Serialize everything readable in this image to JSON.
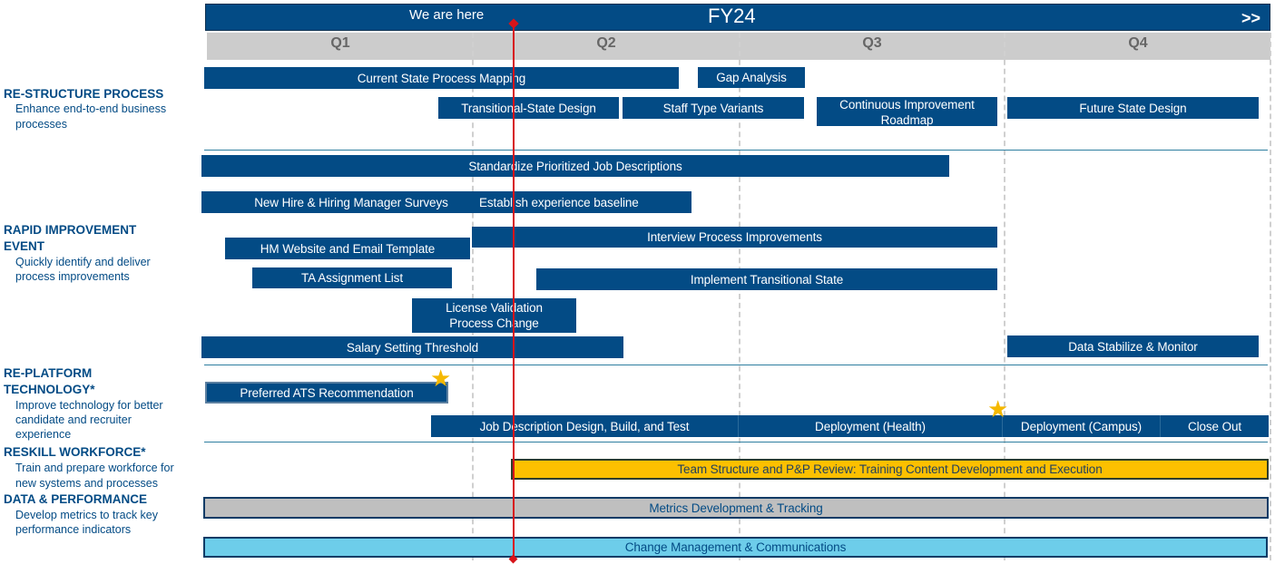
{
  "header": {
    "fy": "FY24",
    "marker": "We are here",
    "next": ">>"
  },
  "quarters": [
    "Q1",
    "Q2",
    "Q3",
    "Q4"
  ],
  "workstreams": [
    {
      "title": "RE-STRUCTURE PROCESS",
      "desc": [
        "Enhance end-to-end business",
        "processes"
      ]
    },
    {
      "title": [
        "RAPID IMPROVEMENT",
        "EVENT"
      ],
      "desc": [
        "Quickly identify and deliver",
        "process improvements"
      ]
    },
    {
      "title": [
        "RE-PLATFORM",
        "TECHNOLOGY*"
      ],
      "desc": [
        "Improve technology for better",
        "candidate and recruiter",
        "experience"
      ]
    },
    {
      "title": "RESKILL WORKFORCE*",
      "desc": [
        "Train and prepare workforce for",
        "new systems and processes"
      ]
    },
    {
      "title": "DATA & PERFORMANCE",
      "desc": [
        "Develop metrics to track key",
        "performance indicators"
      ]
    }
  ],
  "bars": [
    "Current State Process Mapping",
    "Gap Analysis",
    "Transitional-State Design",
    "Staff Type Variants",
    "Continuous Improvement Roadmap",
    "Future State Design",
    "Standardize Prioritized Job Descriptions",
    "New Hire & Hiring Manager Surveys",
    "Establish experience baseline",
    "HM Website and Email Template",
    "Interview Process Improvements",
    "TA Assignment List",
    "Implement Transitional State",
    "License Validation Process Change",
    "Salary Setting Threshold",
    "Data Stabilize & Monitor",
    "Preferred ATS Recommendation",
    "Job Description Design, Build, and Test",
    "Deployment (Health)",
    "Deployment (Campus)",
    "Close Out",
    "Team Structure and P&P Review: Training Content Development and Execution",
    "Metrics Development & Tracking",
    "Change Management & Communications"
  ],
  "colors": {
    "navy": "#034b85",
    "yellow": "#fcc000",
    "gray": "#bfbfbf",
    "lightblue": "#6dcdea",
    "marker": "#d7141a",
    "star": "#f5b800"
  }
}
